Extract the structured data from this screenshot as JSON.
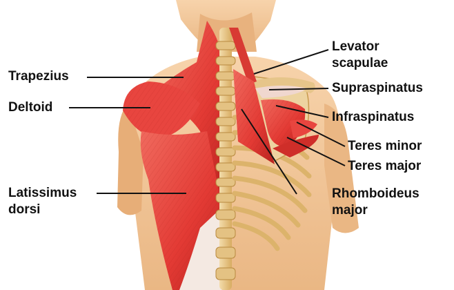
{
  "labels": {
    "trapezius": "Trapezius",
    "deltoid": "Deltoid",
    "latissimus_line1": "Latissimus",
    "latissimus_line2": "dorsi",
    "levator_line1": "Levator",
    "levator_line2": "scapulae",
    "supraspinatus": "Supraspinatus",
    "infraspinatus": "Infraspinatus",
    "teres_minor": "Teres minor",
    "teres_major": "Teres major",
    "rhomboideus_line1": "Rhomboideus",
    "rhomboideus_line2": "major"
  },
  "colors": {
    "skin": "#f2c79a",
    "skin_shadow": "#d9a06c",
    "muscle": "#e8453f",
    "muscle_dark": "#b8231f",
    "muscle_light": "#f27a6e",
    "bone": "#e9c98e",
    "bone_dark": "#b8893f",
    "tendon": "#f4e9e2",
    "leader_line": "#111111"
  }
}
